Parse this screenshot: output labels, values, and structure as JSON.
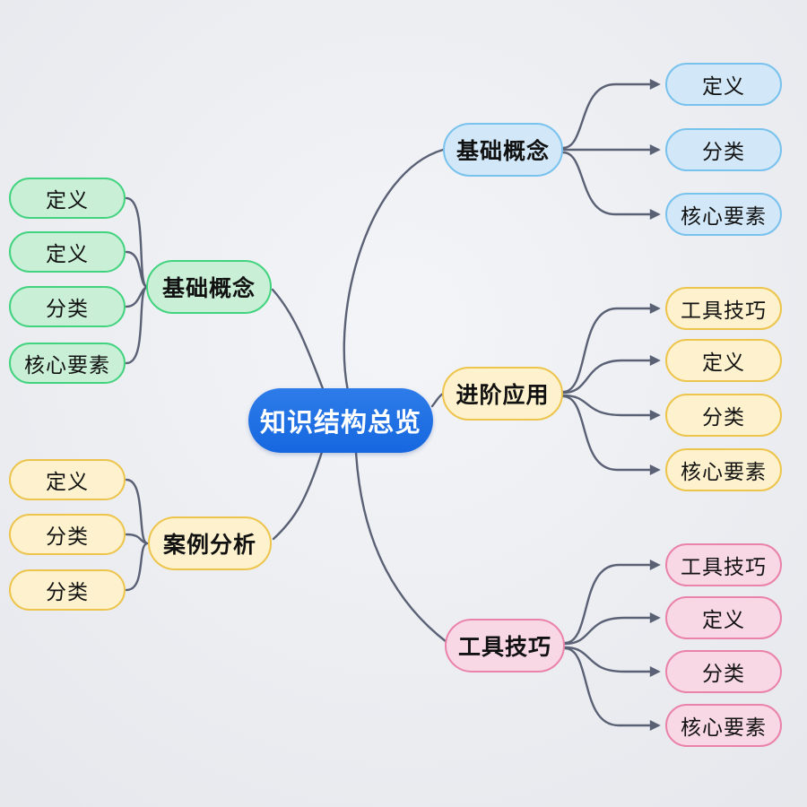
{
  "title": "知识结构总览",
  "theme": {
    "background": "#edeff4",
    "connector_line": "#5a6175",
    "root_fill": "#1667e0",
    "root_text": "#ffffff",
    "blue_fill": "#d2e8f8",
    "blue_border": "#79c2ee",
    "green_fill": "#c9efd6",
    "green_border": "#41d37e",
    "yellow_fill": "#fdf2cd",
    "yellow_border": "#edc44c",
    "pink_fill": "#f8d8e4",
    "pink_border": "#ea82a9"
  },
  "root": {
    "label": "知识结构总览"
  },
  "right_branches": [
    {
      "label": "基础概念",
      "color": "blue",
      "children": [
        "定义",
        "分类",
        "核心要素"
      ]
    },
    {
      "label": "进阶应用",
      "color": "yellow",
      "children": [
        "工具技巧",
        "定义",
        "分类",
        "核心要素"
      ]
    },
    {
      "label": "工具技巧",
      "color": "pink",
      "children": [
        "工具技巧",
        "定义",
        "分类",
        "核心要素"
      ]
    }
  ],
  "left_branches": [
    {
      "label": "基础概念",
      "color": "green",
      "children": [
        "定义",
        "定义",
        "分类",
        "核心要素"
      ]
    },
    {
      "label": "案例分析",
      "color": "yellow",
      "children": [
        "定义",
        "分类",
        "分类"
      ]
    }
  ]
}
